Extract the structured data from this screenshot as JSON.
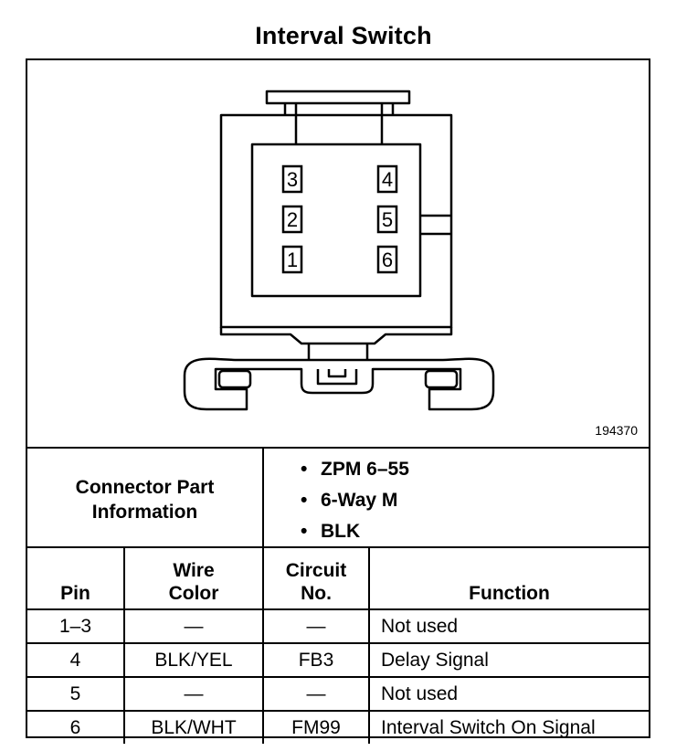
{
  "title": "Interval Switch",
  "figure_number": "194370",
  "connector_pins": {
    "left_column": [
      "3",
      "2",
      "1"
    ],
    "right_column": [
      "4",
      "5",
      "6"
    ]
  },
  "connector_info": {
    "label": "Connector Part Information",
    "items": [
      "ZPM 6–55",
      "6-Way M",
      "BLK"
    ]
  },
  "pin_table": {
    "headers": {
      "pin": "Pin",
      "wire_color": "Wire Color",
      "circuit_no": "Circuit No.",
      "function": "Function"
    },
    "rows": [
      {
        "pin": "1–3",
        "wire_color": "—",
        "circuit": "—",
        "function": "Not used"
      },
      {
        "pin": "4",
        "wire_color": "BLK/YEL",
        "circuit": "FB3",
        "function": "Delay Signal"
      },
      {
        "pin": "5",
        "wire_color": "—",
        "circuit": "—",
        "function": "Not used"
      },
      {
        "pin": "6",
        "wire_color": "BLK/WHT",
        "circuit": "FM99",
        "function": "Interval Switch On Signal"
      }
    ]
  }
}
